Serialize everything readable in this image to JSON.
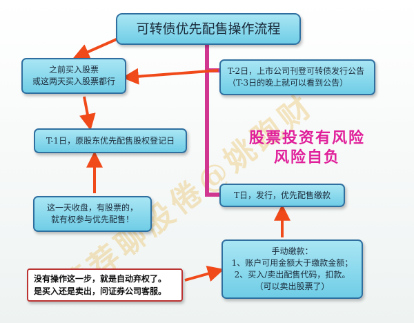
{
  "title": "可转债优先配售操作流程",
  "boxes": {
    "buy_before": {
      "line1": "之前买入股票",
      "line2": "或这两天买入股票都行"
    },
    "t1_record": {
      "text": "T-1日，原股东优先配售股权登记日"
    },
    "close_hold": {
      "line1": "这一天收盘，有股票的，",
      "line2": "就有权参与优先配售！"
    },
    "t2_announce": {
      "line1": "T-2日，上市公司刊登可转债发行公告",
      "line2": "（T-3日的晚上就可以看到公告）"
    },
    "t_day_pay": {
      "text": "T日，发行，优先配售缴款"
    },
    "manual_pay": {
      "line1": "手动缴款：",
      "line2": "1、账户可用金额大于缴款金额；",
      "line3": "2、买入/卖出配售代码，扣款。",
      "line4": "（可以卖出股票了）"
    },
    "no_action": {
      "line1": "没有操作这一步，就是自动弃权了。",
      "line2": "是买入还是卖出，问证券公司客服。"
    }
  },
  "risk_note": {
    "line1": "股票投资有风险",
    "line2": "风险自负"
  },
  "watermark": "蓄荐聊股倦@姚跑财",
  "colors": {
    "box_fill": "#7fd3ea",
    "box_border": "#2f6fa0",
    "arrow": "#f04a1a",
    "spine": "#d0368f",
    "risk_text": "#e0209a"
  }
}
